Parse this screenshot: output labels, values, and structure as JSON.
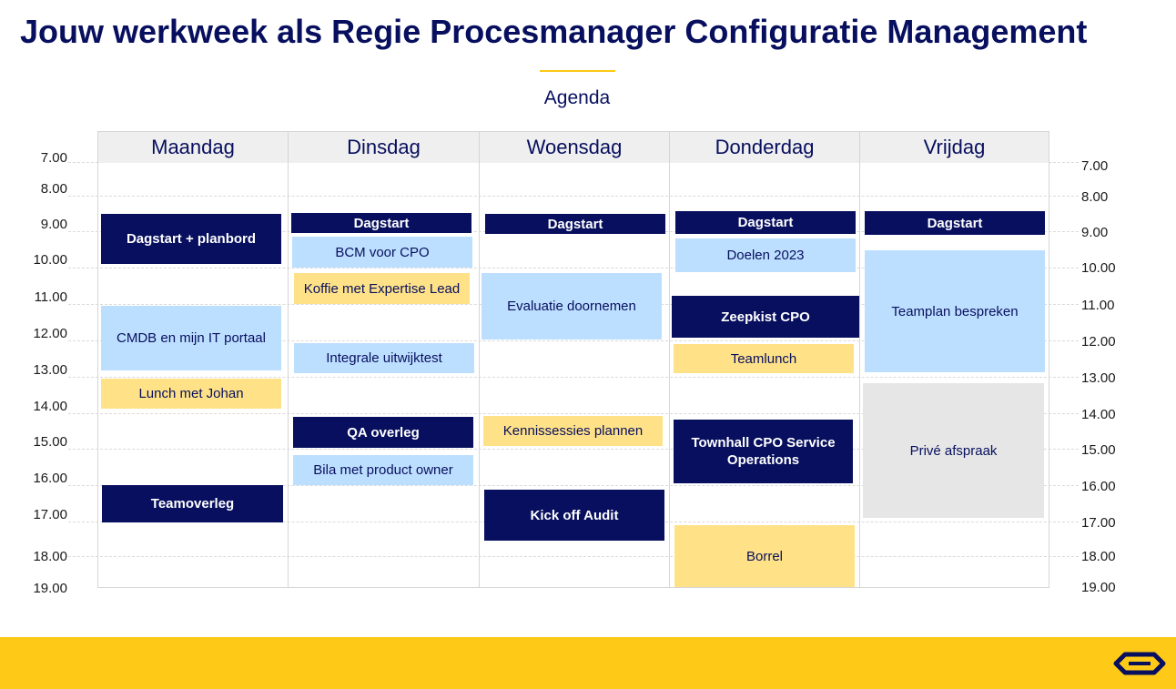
{
  "page": {
    "title": "Jouw werkweek als Regie Procesmanager Configuratie Management",
    "subtitle": "Agenda"
  },
  "days": [
    "Maandag",
    "Dinsdag",
    "Woensdag",
    "Donderdag",
    "Vrijdag"
  ],
  "times_left": [
    "7.00",
    "8.00",
    "9.00",
    "10.00",
    "11.00",
    "12.00",
    "13.00",
    "14.00",
    "15.00",
    "16.00",
    "17.00",
    "18.00",
    "19.00"
  ],
  "times_right": [
    "7.00",
    "8.00",
    "9.00",
    "10.00",
    "11.00",
    "12.00",
    "13.00",
    "14.00",
    "15.00",
    "16.00",
    "17.00",
    "18.00",
    "19.00"
  ],
  "events": {
    "maandag": [
      "Dagstart + planbord",
      "CMDB en mijn IT portaal",
      "Lunch met Johan",
      "Teamoverleg"
    ],
    "dinsdag": [
      "Dagstart",
      "BCM voor CPO",
      "Koffie met Expertise Lead",
      "Integrale uitwijktest",
      "QA overleg",
      "Bila met product owner"
    ],
    "woensdag": [
      "Dagstart",
      "Evaluatie doornemen",
      "Kennissessies plannen",
      "Kick off Audit"
    ],
    "donderdag": [
      "Dagstart",
      "Doelen 2023",
      "Zeepkist CPO",
      "Teamlunch",
      "Townhall CPO Service Operations",
      "Borrel"
    ],
    "vrijdag": [
      "Dagstart",
      "Teamplan bespreken",
      "Privé afspraak"
    ]
  },
  "colors": {
    "navy": "#070f5e",
    "light_blue": "#bddfff",
    "yellow": "#ffe287",
    "grey": "#e6e6e6",
    "footer_yellow": "#ffc917"
  },
  "icons": {
    "footer_logo": "ns-logo-icon"
  }
}
